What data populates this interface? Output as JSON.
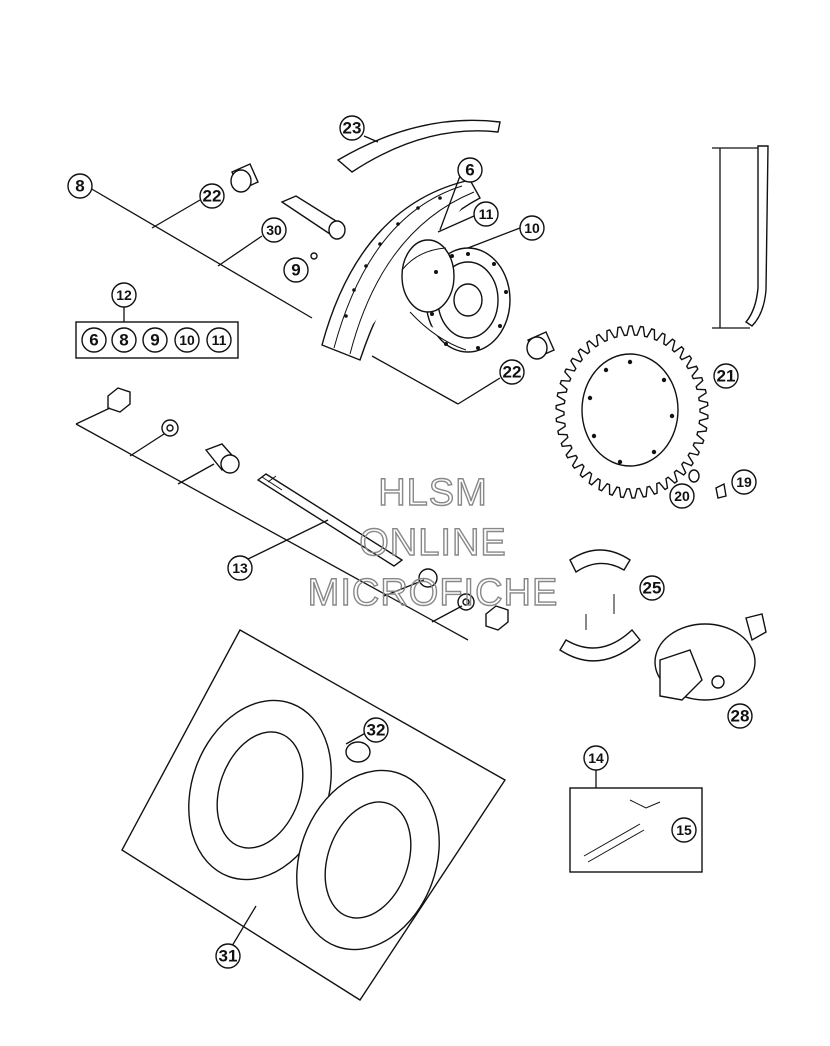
{
  "watermark": {
    "line1": "HLSM",
    "line2": "ONLINE",
    "line3": "MICROFICHE"
  },
  "callouts": {
    "c23": "23",
    "c8": "8",
    "c22a": "22",
    "c6": "6",
    "c11": "11",
    "c10": "10",
    "c30": "30",
    "c9": "9",
    "c12": "12",
    "kit_6": "6",
    "kit_8": "8",
    "kit_9": "9",
    "kit_10": "10",
    "kit_11": "11",
    "c22b": "22",
    "c21": "21",
    "c20": "20",
    "c19": "19",
    "c13": "13",
    "c25": "25",
    "c28": "28",
    "c32": "32",
    "c14": "14",
    "c15": "15",
    "c31": "31"
  }
}
